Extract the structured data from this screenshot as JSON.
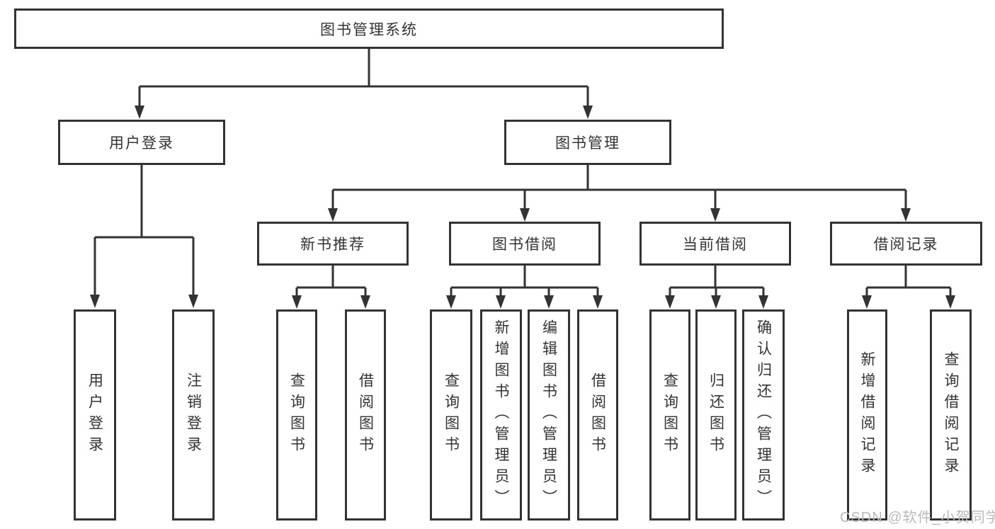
{
  "tree": {
    "root": "图书管理系统",
    "branches": [
      {
        "label": "用户登录",
        "children": [
          "用户登录",
          "注销登录"
        ]
      },
      {
        "label": "图书管理",
        "sections": [
          {
            "label": "新书推荐",
            "children": [
              "查询图书",
              "借阅图书"
            ]
          },
          {
            "label": "图书借阅",
            "children": [
              "查询图书",
              "新增图书（管理员）",
              "编辑图书（管理员）",
              "借阅图书"
            ]
          },
          {
            "label": "当前借阅",
            "children": [
              "查询图书",
              "归还图书",
              "确认归还（管理员）"
            ]
          },
          {
            "label": "借阅记录",
            "children": [
              "新增借阅记录",
              "查询借阅记录"
            ]
          }
        ]
      }
    ]
  },
  "watermark": {
    "text": "CSDN @软件_小贺同学"
  },
  "colors": {
    "line": "#333333",
    "text": "#333333",
    "box_fill": "#ffffff",
    "background": "#ffffff",
    "watermark": "#b9b9b9"
  }
}
